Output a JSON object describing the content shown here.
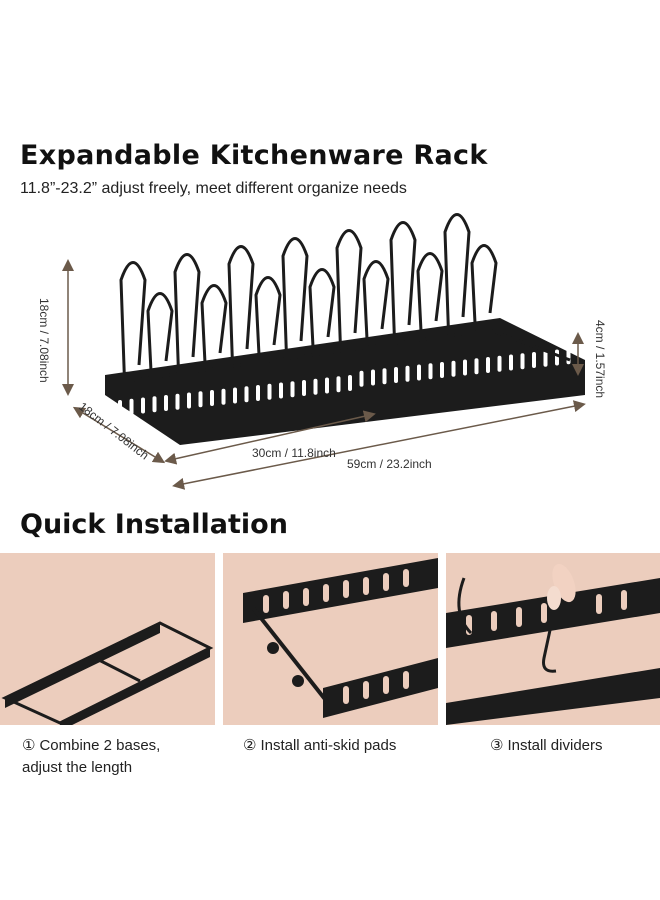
{
  "header": {
    "title": "Expandable Kitchenware Rack",
    "subtitle": "11.8”-23.2” adjust freely, meet different organize needs"
  },
  "dimensions": {
    "height": "18cm / 7.08inch",
    "depth": "18cm / 7.08inch",
    "short_length": "30cm / 11.8inch",
    "long_length": "59cm / 23.2inch",
    "base_height": "4cm / 1.57inch"
  },
  "installation": {
    "title": "Quick Installation",
    "steps": [
      {
        "number": "①",
        "label": "Combine 2 bases,",
        "label2": "adjust the length"
      },
      {
        "number": "②",
        "label": "Install anti-skid pads"
      },
      {
        "number": "③",
        "label": "Install dividers"
      }
    ]
  },
  "colors": {
    "rack": "#1c1c1c",
    "panel_bg": "#eccdbd"
  }
}
